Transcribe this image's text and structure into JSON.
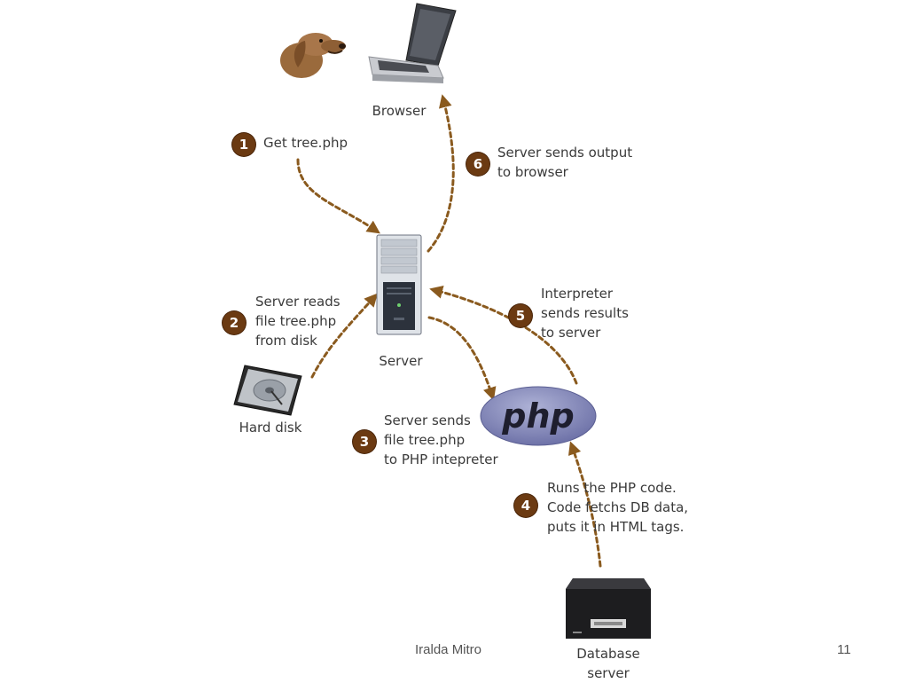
{
  "nodes": {
    "browser": "Browser",
    "server": "Server",
    "hard_disk": "Hard disk",
    "database": [
      "Database",
      "server"
    ],
    "php_logo": "php"
  },
  "steps": [
    {
      "num": "1",
      "lines": [
        "Get tree.php"
      ]
    },
    {
      "num": "2",
      "lines": [
        "Server reads",
        "file tree.php",
        "from disk"
      ]
    },
    {
      "num": "3",
      "lines": [
        "Server sends",
        "file tree.php",
        "to PHP intepreter"
      ]
    },
    {
      "num": "4",
      "lines": [
        "Runs the PHP code.",
        "Code fetchs DB data,",
        "puts it in HTML tags."
      ]
    },
    {
      "num": "5",
      "lines": [
        "Interpreter",
        "sends results",
        "to server"
      ]
    },
    {
      "num": "6",
      "lines": [
        "Server sends output",
        "to browser"
      ]
    }
  ],
  "footer": {
    "author": "Iralda Mitro",
    "page": "11"
  },
  "colors": {
    "arrow": "#8a5a1e",
    "badge": "#6b3a12",
    "php_fill": "#7377ad"
  }
}
